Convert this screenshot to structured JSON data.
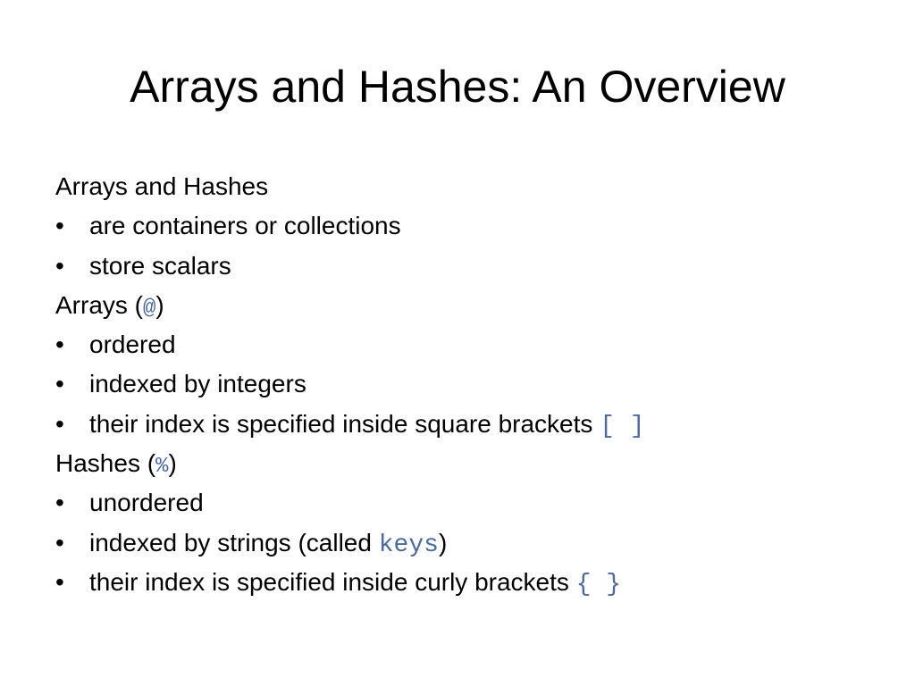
{
  "slide": {
    "title": "Arrays and Hashes: An Overview",
    "intro": {
      "heading": "Arrays and Hashes",
      "bullets": [
        "are containers or collections",
        "store scalars"
      ]
    },
    "arrays": {
      "heading_prefix": "Arrays (",
      "sigil": "@",
      "heading_suffix": ")",
      "bullets": [
        "ordered",
        "indexed by integers"
      ],
      "index_bullet": {
        "text": "their index is specified inside square brackets ",
        "code": "[ ]"
      }
    },
    "hashes": {
      "heading_prefix": "Hashes (",
      "sigil": "%",
      "heading_suffix": ")",
      "bullets": [
        "unordered"
      ],
      "keys_bullet": {
        "text_before": "indexed by strings (called ",
        "code": "keys",
        "text_after": ")"
      },
      "index_bullet": {
        "text": "their index is specified inside curly brackets ",
        "code": "{ }"
      }
    },
    "bullet_symbol": "•",
    "code_color": "#4a6aa0"
  }
}
